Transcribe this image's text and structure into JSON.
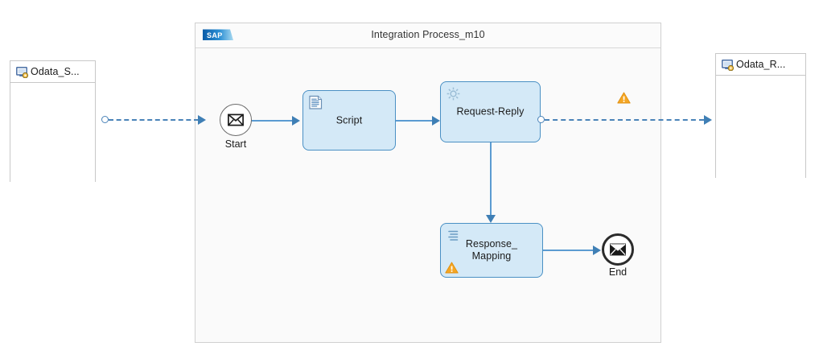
{
  "diagram": {
    "type": "bpmn-integration-flow",
    "pool": {
      "title": "Integration Process_m10",
      "logo_name": "sap-logo"
    },
    "participants": [
      {
        "id": "sender",
        "label": "Odata_S...",
        "icon": "system-monitor-icon",
        "side": "left"
      },
      {
        "id": "receiver",
        "label": "Odata_R...",
        "icon": "system-monitor-icon",
        "side": "right"
      }
    ],
    "events": [
      {
        "id": "start",
        "label": "Start",
        "icon": "message-envelope-icon",
        "kind": "message-start-event"
      },
      {
        "id": "end",
        "label": "End",
        "icon": "message-envelope-icon",
        "kind": "message-end-event"
      }
    ],
    "tasks": [
      {
        "id": "script",
        "label": "Script",
        "icon": "script-document-icon",
        "warning": false
      },
      {
        "id": "request-reply",
        "label": "Request-Reply",
        "icon": "gear-icon",
        "warning": false
      },
      {
        "id": "response-mapping",
        "label": "Response_\nMapping",
        "label_line1": "Response_",
        "label_line2": "Mapping",
        "icon": "message-mapping-icon",
        "warning": true
      }
    ],
    "warnings": [
      {
        "id": "flow-warning",
        "icon": "warning-triangle-icon"
      },
      {
        "id": "mapping-warning",
        "icon": "warning-triangle-icon"
      }
    ],
    "colors": {
      "task_fill": "#d4e9f7",
      "task_stroke": "#4a90c4",
      "connector": "#5b9bd1",
      "arrow": "#3f7fb5",
      "message_flow": "#4a83b8",
      "pool_fill": "#fafafa",
      "pool_stroke": "#d0d0d0",
      "warning": "#f5a623",
      "sap_blue": "#1e7bc4"
    }
  }
}
